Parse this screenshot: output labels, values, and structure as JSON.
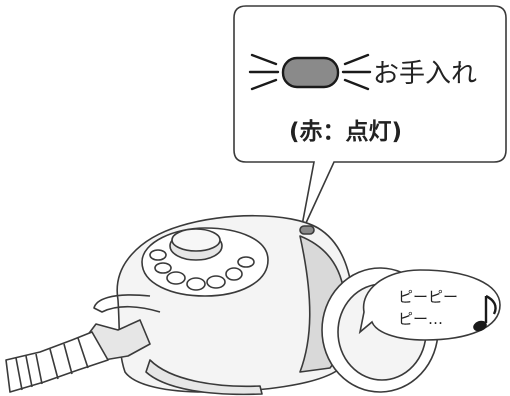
{
  "callout": {
    "indicator_label": "お手入れ",
    "status_text": "(赤：点灯)",
    "indicator_color": "#8a8a8a"
  },
  "sound_bubble": {
    "line1": "ピーピー",
    "line2": "ピー…",
    "note_icon": "eighth-note-icon"
  },
  "colors": {
    "line": "#3a3a3a",
    "body_fill": "#f4f4f4",
    "shade": "#d9d9d9"
  }
}
